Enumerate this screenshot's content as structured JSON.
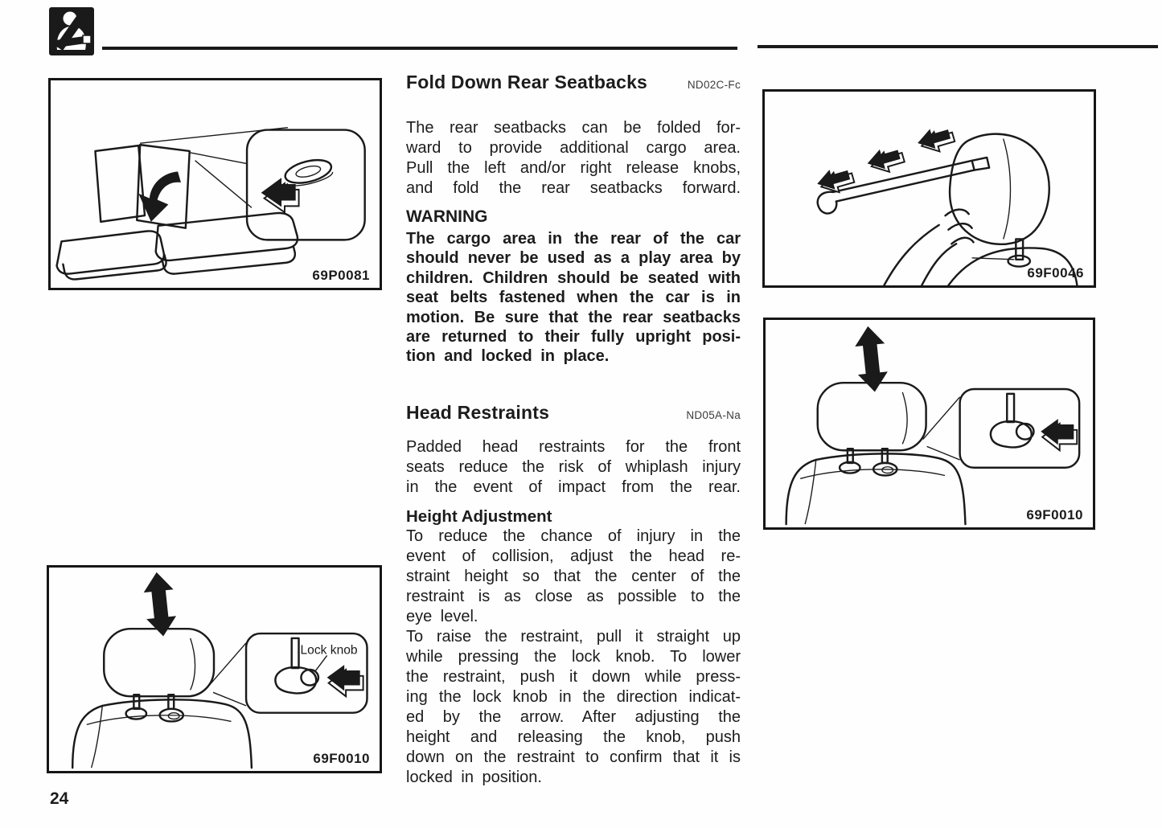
{
  "page": {
    "number": "24"
  },
  "colors": {
    "ink": "#1c1c1c",
    "paper": "#fefefe"
  },
  "header": {
    "icon": "seatbelt-passenger-icon"
  },
  "figures": {
    "fold_down": {
      "code": "69P0081"
    },
    "remove_restraint": {
      "code": "69F0046"
    },
    "height_right": {
      "code": "69F0010"
    },
    "height_left": {
      "code": "69F0010",
      "label": "Lock knob"
    }
  },
  "sections": {
    "fold_down": {
      "title": "Fold Down Rear Seatbacks",
      "code": "ND02C-Fc",
      "body_lines": [
        "The rear seatbacks can be folded for-",
        "ward to provide additional cargo area.",
        "Pull the left and/or right release knobs,",
        "and fold the rear seatbacks forward."
      ],
      "warning_title": "WARNING",
      "warning_lines": [
        "The cargo area in the rear of the car",
        "should never be used as a play area by",
        "children. Children should be seated with",
        "seat belts fastened when the car is in",
        "motion. Be sure that the rear seatbacks",
        "are returned to their fully upright posi-",
        "tion and locked in place."
      ]
    },
    "head_restraints": {
      "title": "Head Restraints",
      "code": "ND05A-Na",
      "body_lines": [
        "Padded head restraints for the front",
        "seats reduce the risk of whiplash injury",
        "in the event of impact from the rear."
      ],
      "height_adjustment_title": "Height Adjustment",
      "height_para1_lines": [
        "To reduce the chance of injury in the",
        "event of collision, adjust the head re-",
        "straint height so that the center of the",
        "restraint is as close as possible to the",
        "eye level."
      ],
      "height_para2_lines": [
        "To raise the restraint, pull it straight up",
        "while pressing the lock knob. To lower",
        "the restraint, push it down while press-",
        "ing the lock knob in the direction indicat-",
        "ed by the arrow. After adjusting the",
        "height and releasing the knob, push",
        "down on the restraint to confirm that it is",
        "locked in position."
      ]
    }
  }
}
